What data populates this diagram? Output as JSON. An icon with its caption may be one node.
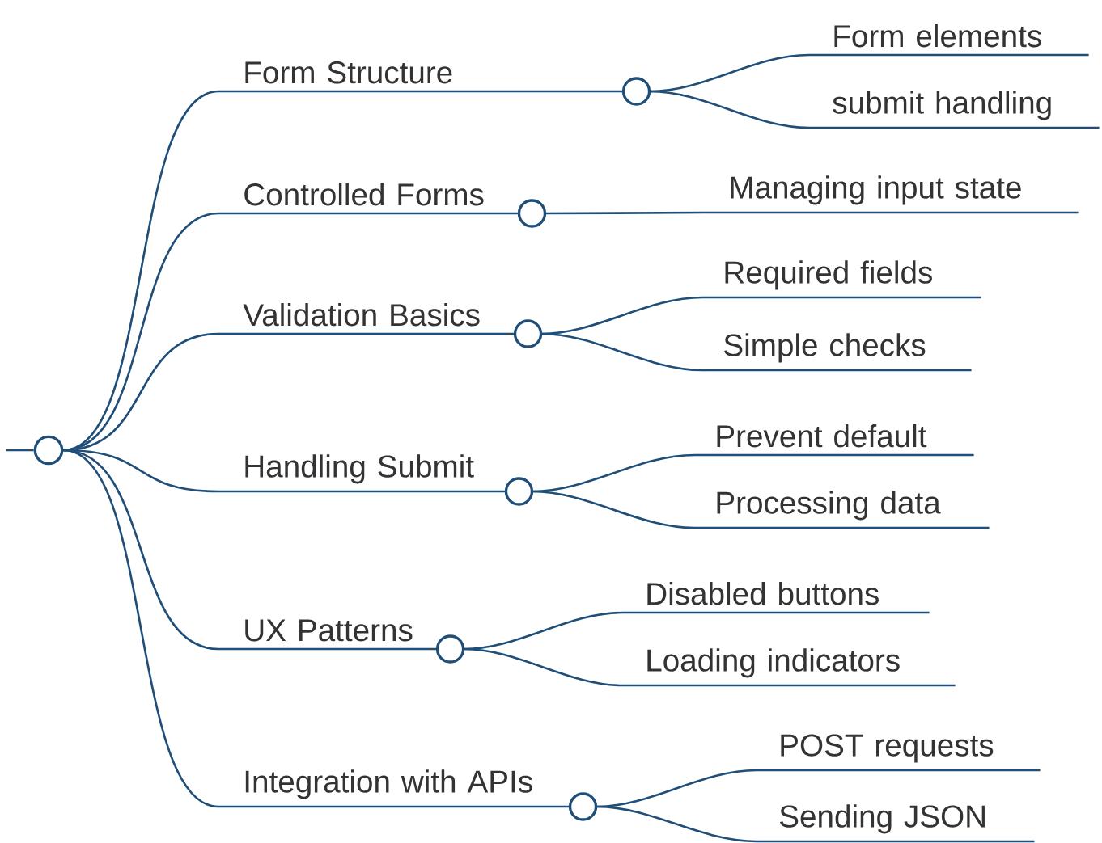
{
  "diagram": {
    "nodes": [
      {
        "text": [],
        "shape": "circle"
      },
      {
        "text": [
          "Form Structure"
        ]
      },
      {
        "text": [
          "Form elements"
        ]
      },
      {
        "text": [
          "submit handling"
        ]
      },
      {
        "text": [
          "Controlled Forms"
        ]
      },
      {
        "text": [
          "Managing input state"
        ]
      },
      {
        "text": [
          "Validation Basics"
        ]
      },
      {
        "text": [
          "Required fields"
        ]
      },
      {
        "text": [
          "Simple checks"
        ]
      },
      {
        "text": [
          "Handling Submit"
        ]
      },
      {
        "text": [
          "Prevent default"
        ]
      },
      {
        "text": [
          "Processing data"
        ]
      },
      {
        "text": [
          "UX Patterns"
        ]
      },
      {
        "text": [
          "Disabled buttons"
        ]
      },
      {
        "text": [
          "Loading indicators"
        ]
      },
      {
        "text": [
          "Integration with APIs"
        ]
      },
      {
        "text": [
          "POST requests"
        ]
      },
      {
        "text": [
          "Sending JSON"
        ]
      }
    ],
    "edges": [
      {
        "from": null,
        "to": 0,
        "arrow": "none"
      },
      {
        "from": 0,
        "to": 1,
        "arrow": "none"
      },
      {
        "from": 0,
        "to": 4,
        "arrow": "none"
      },
      {
        "from": 0,
        "to": 6,
        "arrow": "none"
      },
      {
        "from": 0,
        "to": 9,
        "arrow": "none"
      },
      {
        "from": 0,
        "to": 12,
        "arrow": "none"
      },
      {
        "from": 0,
        "to": 15,
        "arrow": "none"
      },
      {
        "from": 1,
        "to": 2,
        "arrow": "none"
      },
      {
        "from": 1,
        "to": 3,
        "arrow": "none"
      },
      {
        "from": 4,
        "to": 5,
        "arrow": "none"
      },
      {
        "from": 6,
        "to": 7,
        "arrow": "none"
      },
      {
        "from": 6,
        "to": 8,
        "arrow": "none"
      },
      {
        "from": 9,
        "to": 10,
        "arrow": "none"
      },
      {
        "from": 9,
        "to": 11,
        "arrow": "none"
      },
      {
        "from": 12,
        "to": 13,
        "arrow": "none"
      },
      {
        "from": 12,
        "to": 14,
        "arrow": "none"
      },
      {
        "from": 15,
        "to": 16,
        "arrow": "none"
      },
      {
        "from": 15,
        "to": 17,
        "arrow": "none"
      }
    ]
  }
}
